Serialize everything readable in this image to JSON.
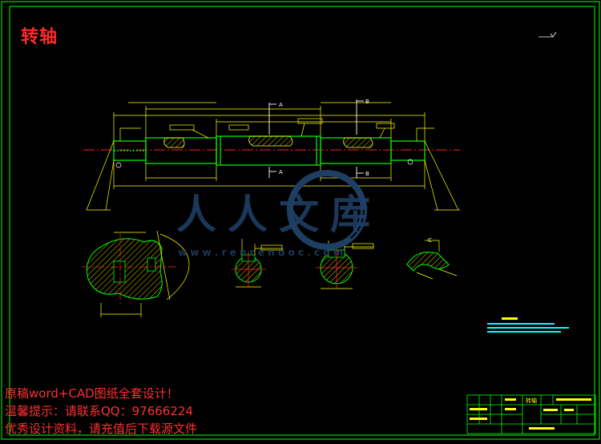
{
  "drawing": {
    "title": "转轴",
    "section_a_label": "A",
    "section_b_label": "B",
    "section_c_label": "C"
  },
  "title_block": {
    "part_name": "转轴"
  },
  "watermark": {
    "brand": "人人文库",
    "url": "w w w . r e n r e n d o c . c o m"
  },
  "promo": {
    "line1": "原稿word+CAD图纸全套设计！",
    "line2": "温馨提示：请联系QQ：97666224",
    "line3": "优秀设计资料，请充值后下载源文件"
  },
  "colors": {
    "frame": "#00ff00",
    "outline": "#00ff00",
    "dimension": "#ffff00",
    "centerline": "#ff2020",
    "hatch": "#ffff00",
    "note": "#00ffff",
    "text": "#ff2a2a",
    "watermark": "#1f3e63"
  }
}
